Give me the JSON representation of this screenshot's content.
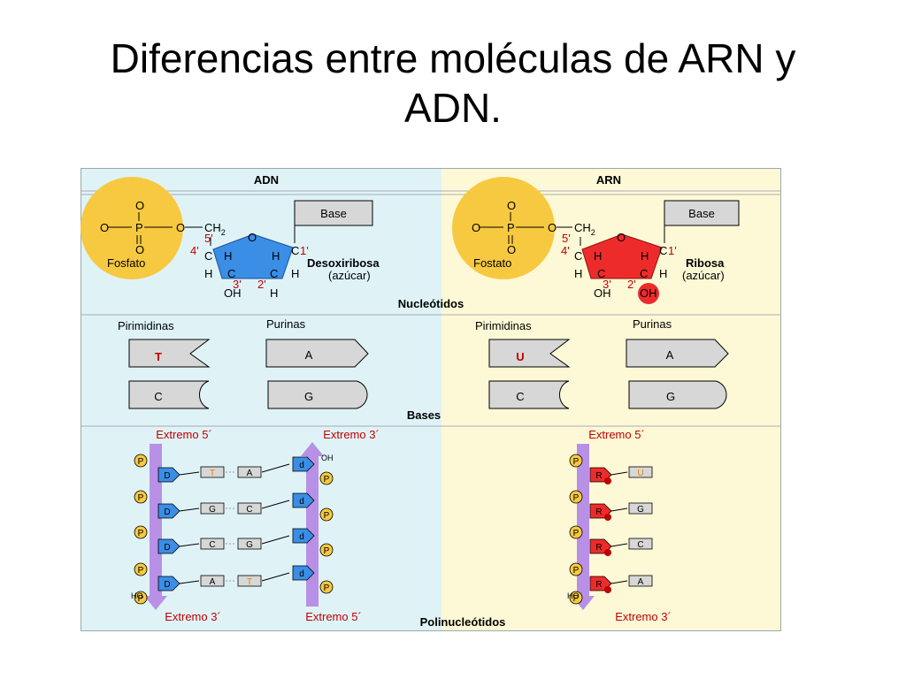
{
  "slide": {
    "title_line1": "Diferencias entre moléculas de ARN y",
    "title_line2": "ADN."
  },
  "diagram": {
    "colors": {
      "dna_background": "#dff3f7",
      "rna_background": "#fdf9d6",
      "deoxyribose": "#3a8ee6",
      "ribose": "#ee2b2b",
      "phosphate": "#f7c940",
      "backbone": "#b890e6",
      "base_shape": "#d7d7d7"
    },
    "headers": {
      "dna": "ADN",
      "rna": "ARN"
    },
    "nucleotides": {
      "section_label": "Nucleótidos",
      "phosphate_charge": "O",
      "phosphate_atom": "P",
      "dna": {
        "phosphate_label": "Fosfato",
        "sugar_name": "Desoxiribosa",
        "sugar_note": "(azúcar)",
        "base_label": "Base",
        "ch2": "CH",
        "ch2_sub": "2",
        "ring_oxygen": "O",
        "carbon": "C",
        "hydrogen": "H",
        "oh": "OH",
        "c2_group": "H",
        "primes": [
          "5'",
          "4'",
          "3'",
          "2'",
          "1'"
        ]
      },
      "rna": {
        "phosphate_label": "Fostato",
        "sugar_name": "Ribosa",
        "sugar_note": "(azúcar)",
        "base_label": "Base",
        "ch2": "CH",
        "ch2_sub": "2",
        "ring_oxygen": "O",
        "carbon": "C",
        "hydrogen": "H",
        "oh": "OH",
        "c2_group": "OH",
        "primes": [
          "5'",
          "4'",
          "3'",
          "2'",
          "1'"
        ]
      }
    },
    "bases": {
      "section_label": "Bases",
      "dna": {
        "pyrimidines_label": "Pirimidinas",
        "purines_label": "Purinas",
        "pyrimidines": [
          "T",
          "C"
        ],
        "purines": [
          "A",
          "G"
        ]
      },
      "rna": {
        "pyrimidines_label": "Pirimidinas",
        "purines_label": "Purinas",
        "pyrimidines": [
          "U",
          "C"
        ],
        "purines": [
          "A",
          "G"
        ]
      }
    },
    "polynucleotides": {
      "section_label": "Polinucleótidos",
      "phosphate_symbol": "P",
      "dna_sugar_symbol": "D",
      "dna_antiparallel_symbol": "d",
      "rna_sugar_symbol": "R",
      "oh": "OH",
      "ho": "HO",
      "dna": {
        "strand1_top": "Extremo 5´",
        "strand1_bottom": "Extremo 3´",
        "strand2_top": "Extremo 3´",
        "strand2_bottom": "Extremo 5´",
        "pairs": [
          [
            "T",
            "A"
          ],
          [
            "G",
            "C"
          ],
          [
            "C",
            "G"
          ],
          [
            "A",
            "T"
          ]
        ]
      },
      "rna": {
        "top": "Extremo 5´",
        "bottom": "Extremo 3´",
        "bases": [
          "U",
          "G",
          "C",
          "A"
        ]
      }
    }
  }
}
